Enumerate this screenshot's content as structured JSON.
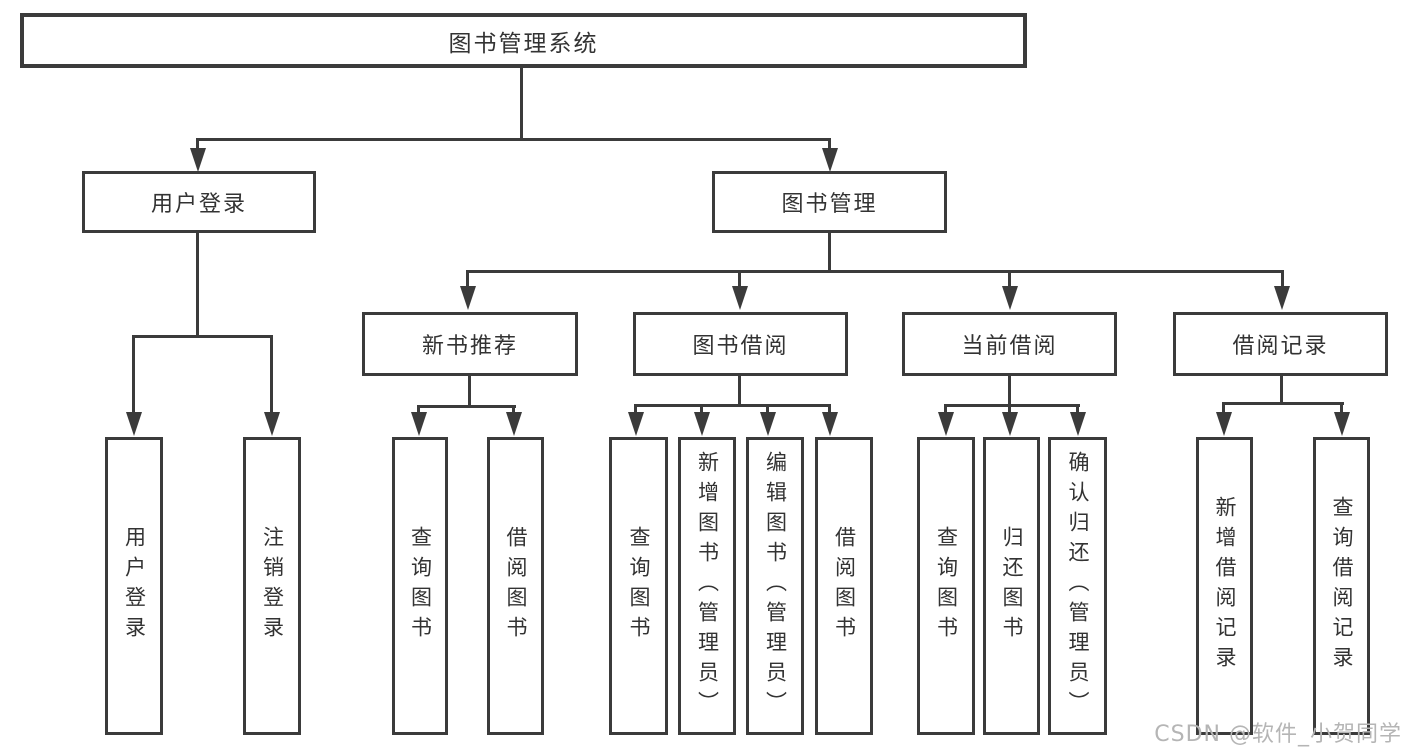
{
  "colors": {
    "line": "#3b3b3b",
    "box_border": "#3b3b3b",
    "text": "#333333",
    "watermark": "#b5b5b5",
    "background": "#ffffff"
  },
  "watermark": "CSDN @软件_小贺同学",
  "tree": {
    "root": "图书管理系统",
    "branches": [
      {
        "label": "用户登录",
        "leaves": [
          "用户登录",
          "注销登录"
        ]
      },
      {
        "label": "图书管理",
        "groups": [
          {
            "label": "新书推荐",
            "leaves": [
              "查询图书",
              "借阅图书"
            ]
          },
          {
            "label": "图书借阅",
            "leaves": [
              "查询图书",
              "新增图书（管理员）",
              "编辑图书（管理员）",
              "借阅图书"
            ]
          },
          {
            "label": "当前借阅",
            "leaves": [
              "查询图书",
              "归还图书",
              "确认归还（管理员）"
            ]
          },
          {
            "label": "借阅记录",
            "leaves": [
              "新增借阅记录",
              "查询借阅记录"
            ]
          }
        ]
      }
    ]
  }
}
